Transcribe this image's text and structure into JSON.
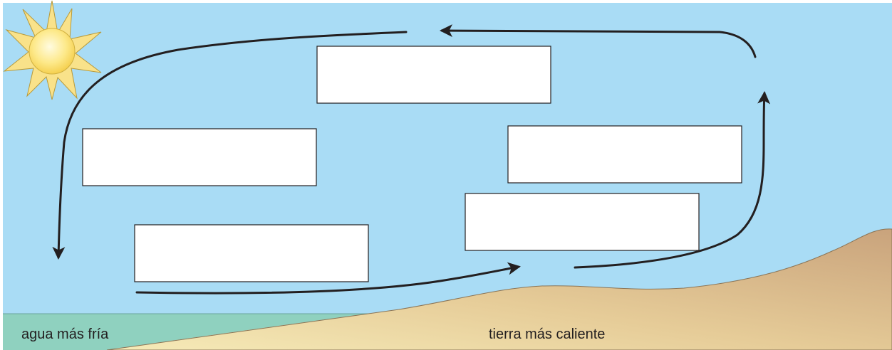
{
  "diagram": {
    "labels": {
      "water": "agua más fría",
      "land": "tierra más caliente"
    },
    "answer_boxes": [
      {
        "id": "top",
        "text": ""
      },
      {
        "id": "left-upper",
        "text": ""
      },
      {
        "id": "left-lower",
        "text": ""
      },
      {
        "id": "right-upper",
        "text": ""
      },
      {
        "id": "right-lower",
        "text": ""
      }
    ],
    "colors": {
      "sky": "#a9dcf5",
      "water": "#8fd1bf",
      "land_light": "#f5e6b0",
      "land_dark": "#c9a47e",
      "sun_core": "#fde87a",
      "sun_rays": "#f9e28a",
      "outline": "#231f20"
    },
    "icons": [
      "sun-icon",
      "arrow-icon"
    ]
  }
}
